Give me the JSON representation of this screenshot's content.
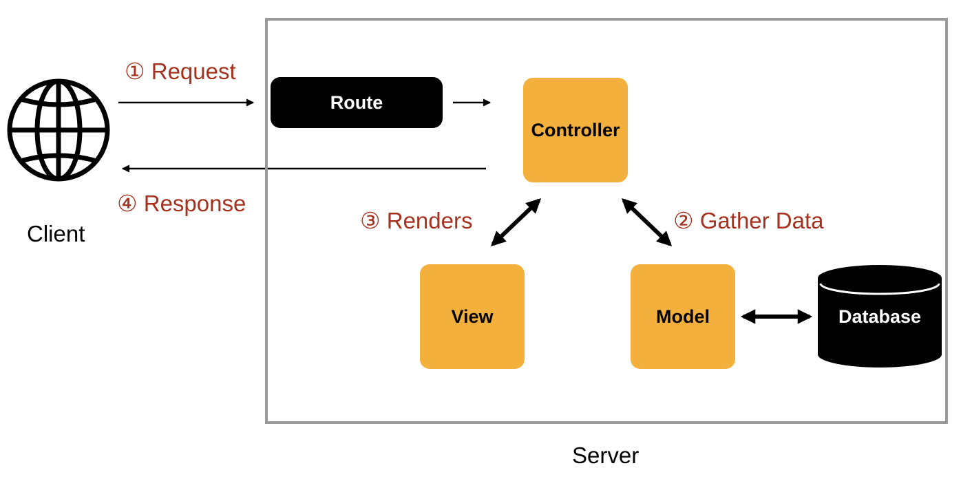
{
  "nodes": {
    "route": "Route",
    "controller": "Controller",
    "view": "View",
    "model": "Model",
    "database": "Database"
  },
  "labels": {
    "client": "Client",
    "server": "Server",
    "request": "① Request",
    "response": "④ Response",
    "renders": "③ Renders",
    "gather_data": "② Gather Data"
  },
  "colors": {
    "component_fill": "#f3b03c",
    "step_text": "#a5311f",
    "server_border": "#999999"
  },
  "icons": {
    "client": "globe-icon",
    "database": "database-cylinder-icon"
  }
}
